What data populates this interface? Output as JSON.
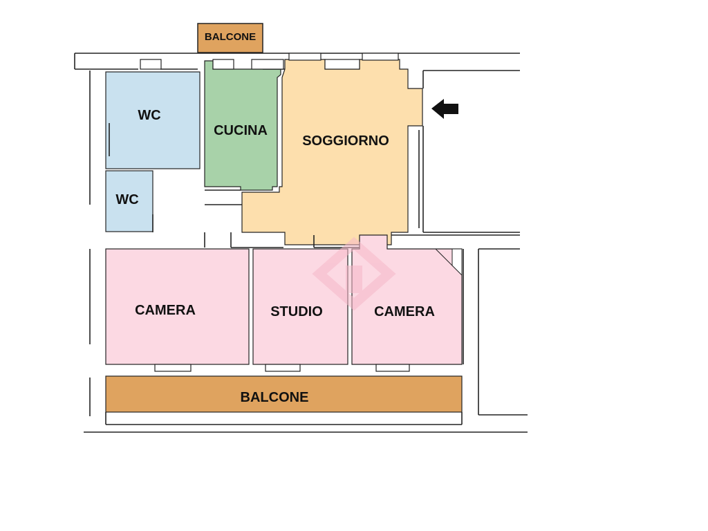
{
  "floorplan": {
    "rooms": {
      "balcone_top": {
        "label": "BALCONE",
        "color": "#dfa35f"
      },
      "wc_large": {
        "label": "WC",
        "color": "#c9e1ef"
      },
      "wc_small": {
        "label": "WC",
        "color": "#c9e1ef"
      },
      "cucina": {
        "label": "CUCINA",
        "color": "#a8d2a9"
      },
      "soggiorno": {
        "label": "SOGGIORNO",
        "color": "#fddfad"
      },
      "camera_left": {
        "label": "CAMERA",
        "color": "#fcd9e3"
      },
      "studio": {
        "label": "STUDIO",
        "color": "#fcd9e3"
      },
      "camera_right": {
        "label": "CAMERA",
        "color": "#fcd9e3"
      },
      "balcone_bottom": {
        "label": "BALCONE",
        "color": "#dfa35f"
      }
    },
    "entrance_arrow": {
      "icon": "left-arrow-icon",
      "color": "#111111"
    },
    "watermark": {
      "icon": "house-watermark-icon",
      "color": "#f5b8c8"
    }
  }
}
